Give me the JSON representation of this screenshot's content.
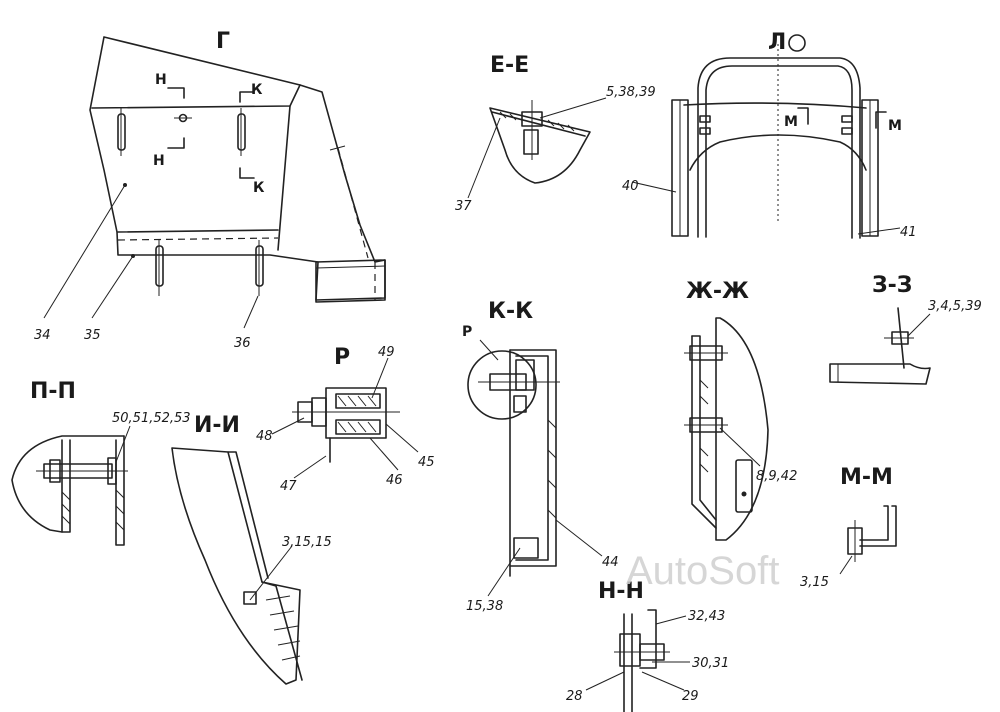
{
  "sections": {
    "g": "Г",
    "ee": "Е-Е",
    "l": "Л",
    "kk": "К-К",
    "zhzh": "Ж-Ж",
    "zz": "З-З",
    "pp": "П-П",
    "ii": "И-И",
    "r": "Р",
    "mm": "М-М",
    "nn": "Н-Н"
  },
  "marks": {
    "n_top": "Н",
    "n_bottom": "Н",
    "k_top": "К",
    "k_bottom": "К",
    "m_left": "М",
    "m_right": "М",
    "p_callout": "Р"
  },
  "callouts": {
    "c34": "34",
    "c35": "35",
    "c36": "36",
    "c37": "37",
    "c5_38_39": "5,38,39",
    "c40": "40",
    "c41": "41",
    "c49": "49",
    "c48": "48",
    "c47": "47",
    "c46": "46",
    "c45": "45",
    "c50_53": "50,51,52,53",
    "c3_15_15": "3,15,15",
    "c15_38": "15,38",
    "c44": "44",
    "c8_9_42": "8,9,42",
    "c3_4_5_39": "3,4,5,39",
    "c3_15": "3,15",
    "c32_43": "32,43",
    "c30_31": "30,31",
    "c28": "28",
    "c29": "29"
  },
  "watermark": "AutoSoft"
}
